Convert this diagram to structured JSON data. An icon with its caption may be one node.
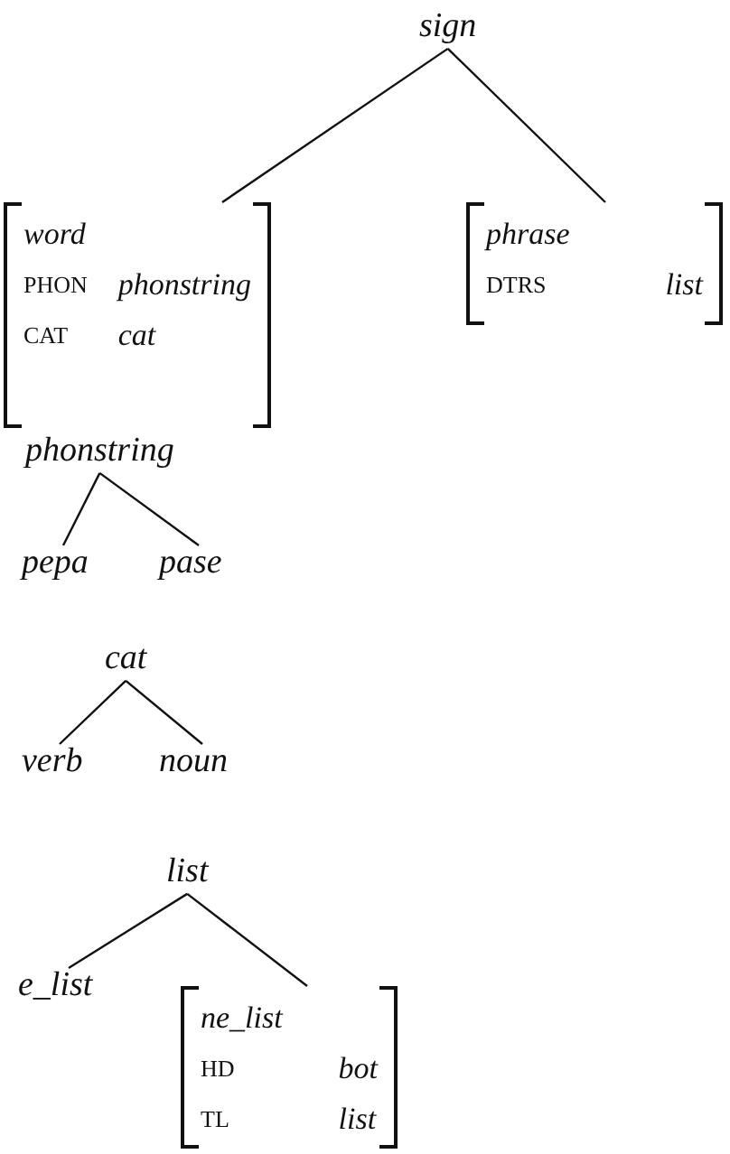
{
  "diagram": {
    "nodes": [
      {
        "text": [
          "sign"
        ]
      },
      {
        "text": [
          "word",
          "PHON",
          "phonstring",
          "CAT",
          "cat"
        ]
      },
      {
        "text": [
          "phrase",
          "DTRS",
          "list"
        ]
      },
      {
        "text": [
          "phonstring"
        ]
      },
      {
        "text": [
          "pepa"
        ]
      },
      {
        "text": [
          "pase"
        ]
      },
      {
        "text": [
          "cat"
        ]
      },
      {
        "text": [
          "verb"
        ]
      },
      {
        "text": [
          "noun"
        ]
      },
      {
        "text": [
          "list"
        ]
      },
      {
        "text": [
          "e_list"
        ]
      },
      {
        "text": [
          "ne_list",
          "HD",
          "bot",
          "TL",
          "list"
        ]
      }
    ],
    "edges": [
      {
        "from": 0,
        "to": 1,
        "arrow": "none"
      },
      {
        "from": 0,
        "to": 2,
        "arrow": "none"
      },
      {
        "from": 3,
        "to": 4,
        "arrow": "none"
      },
      {
        "from": 3,
        "to": 5,
        "arrow": "none"
      },
      {
        "from": 6,
        "to": 7,
        "arrow": "none"
      },
      {
        "from": 6,
        "to": 8,
        "arrow": "none"
      },
      {
        "from": 9,
        "to": 10,
        "arrow": "none"
      },
      {
        "from": 9,
        "to": 11,
        "arrow": "none"
      }
    ]
  }
}
